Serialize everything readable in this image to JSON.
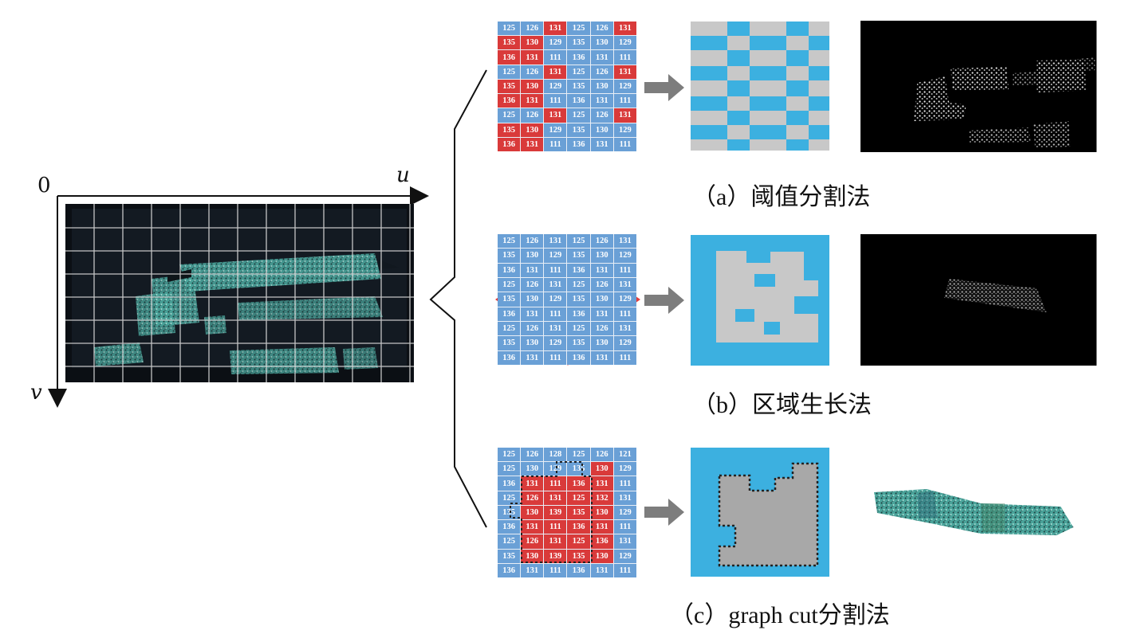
{
  "axes": {
    "origin": "0",
    "u_label": "u",
    "v_label": "v"
  },
  "captions": {
    "a": "（a）阈值分割法",
    "b": "（b）区域生长法",
    "c": "（c）graph cut分割法"
  },
  "grid_values": [
    [
      "125",
      "126",
      "131",
      "125",
      "126",
      "131"
    ],
    [
      "135",
      "130",
      "129",
      "135",
      "130",
      "129"
    ],
    [
      "136",
      "131",
      "111",
      "136",
      "131",
      "111"
    ],
    [
      "125",
      "126",
      "131",
      "125",
      "126",
      "131"
    ],
    [
      "135",
      "130",
      "129",
      "135",
      "130",
      "129"
    ],
    [
      "136",
      "131",
      "111",
      "136",
      "131",
      "111"
    ],
    [
      "125",
      "126",
      "131",
      "125",
      "126",
      "131"
    ],
    [
      "135",
      "130",
      "129",
      "135",
      "130",
      "129"
    ],
    [
      "136",
      "131",
      "111",
      "136",
      "131",
      "111"
    ]
  ],
  "grid_values_c": [
    [
      "125",
      "126",
      "128",
      "125",
      "126",
      "121"
    ],
    [
      "125",
      "130",
      "129",
      "135",
      "130",
      "129"
    ],
    [
      "136",
      "131",
      "111",
      "136",
      "131",
      "111"
    ],
    [
      "125",
      "126",
      "131",
      "125",
      "132",
      "131"
    ],
    [
      "135",
      "130",
      "139",
      "135",
      "130",
      "129"
    ],
    [
      "136",
      "131",
      "111",
      "136",
      "131",
      "111"
    ],
    [
      "125",
      "126",
      "131",
      "125",
      "136",
      "131"
    ],
    [
      "135",
      "130",
      "139",
      "135",
      "130",
      "129"
    ],
    [
      "136",
      "131",
      "111",
      "136",
      "131",
      "111"
    ]
  ],
  "colors": {
    "blue": "#6aa0d6",
    "red": "#d93a3a",
    "mask_blue": "#3cb0e0",
    "mask_gray": "#c8c8c8"
  }
}
